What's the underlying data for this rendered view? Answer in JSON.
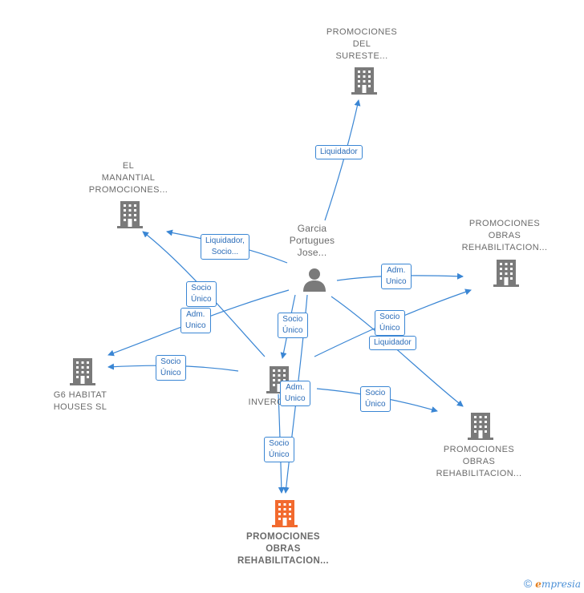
{
  "nodes": {
    "sureste": "PROMOCIONES\nDEL\nSURESTE...",
    "manantial": "EL\nMANANTIAL\nPROMOCIONES...",
    "person": "Garcia\nPortugues\nJose...",
    "obras_top": "PROMOCIONES\nOBRAS\nREHABILITACION...",
    "g6": "G6 HABITAT\nHOUSES  SL",
    "invergar": "INVERGAR...",
    "obras_br": "PROMOCIONES\nOBRAS\nREHABILITACION...",
    "obras_focus": "PROMOCIONES\nOBRAS\nREHABILITACION..."
  },
  "edges": {
    "liquidador_sureste": "Liquidador",
    "liq_socio_manantial": "Liquidador,\nSocio...",
    "socio_unico_manantial": "Socio\nÚnico",
    "adm_unico_g6": "Adm.\nUnico",
    "socio_unico_g6": "Socio\nÚnico",
    "socio_unico_person_inv": "Socio\nÚnico",
    "adm_unico_obras_top": "Adm.\nUnico",
    "socio_unico_obras_top": "Socio\nÚnico",
    "liquidador_br": "Liquidador",
    "adm_unico_inv": "Adm.\nUnico",
    "socio_unico_br": "Socio\nÚnico",
    "socio_unico_focus": "Socio\nÚnico"
  },
  "brand": {
    "copyright": "©",
    "e": "e",
    "rest": "mpresia"
  },
  "colors": {
    "edge": "#3a86d4",
    "building": "#7a7a7a",
    "focus": "#f26a2e"
  }
}
